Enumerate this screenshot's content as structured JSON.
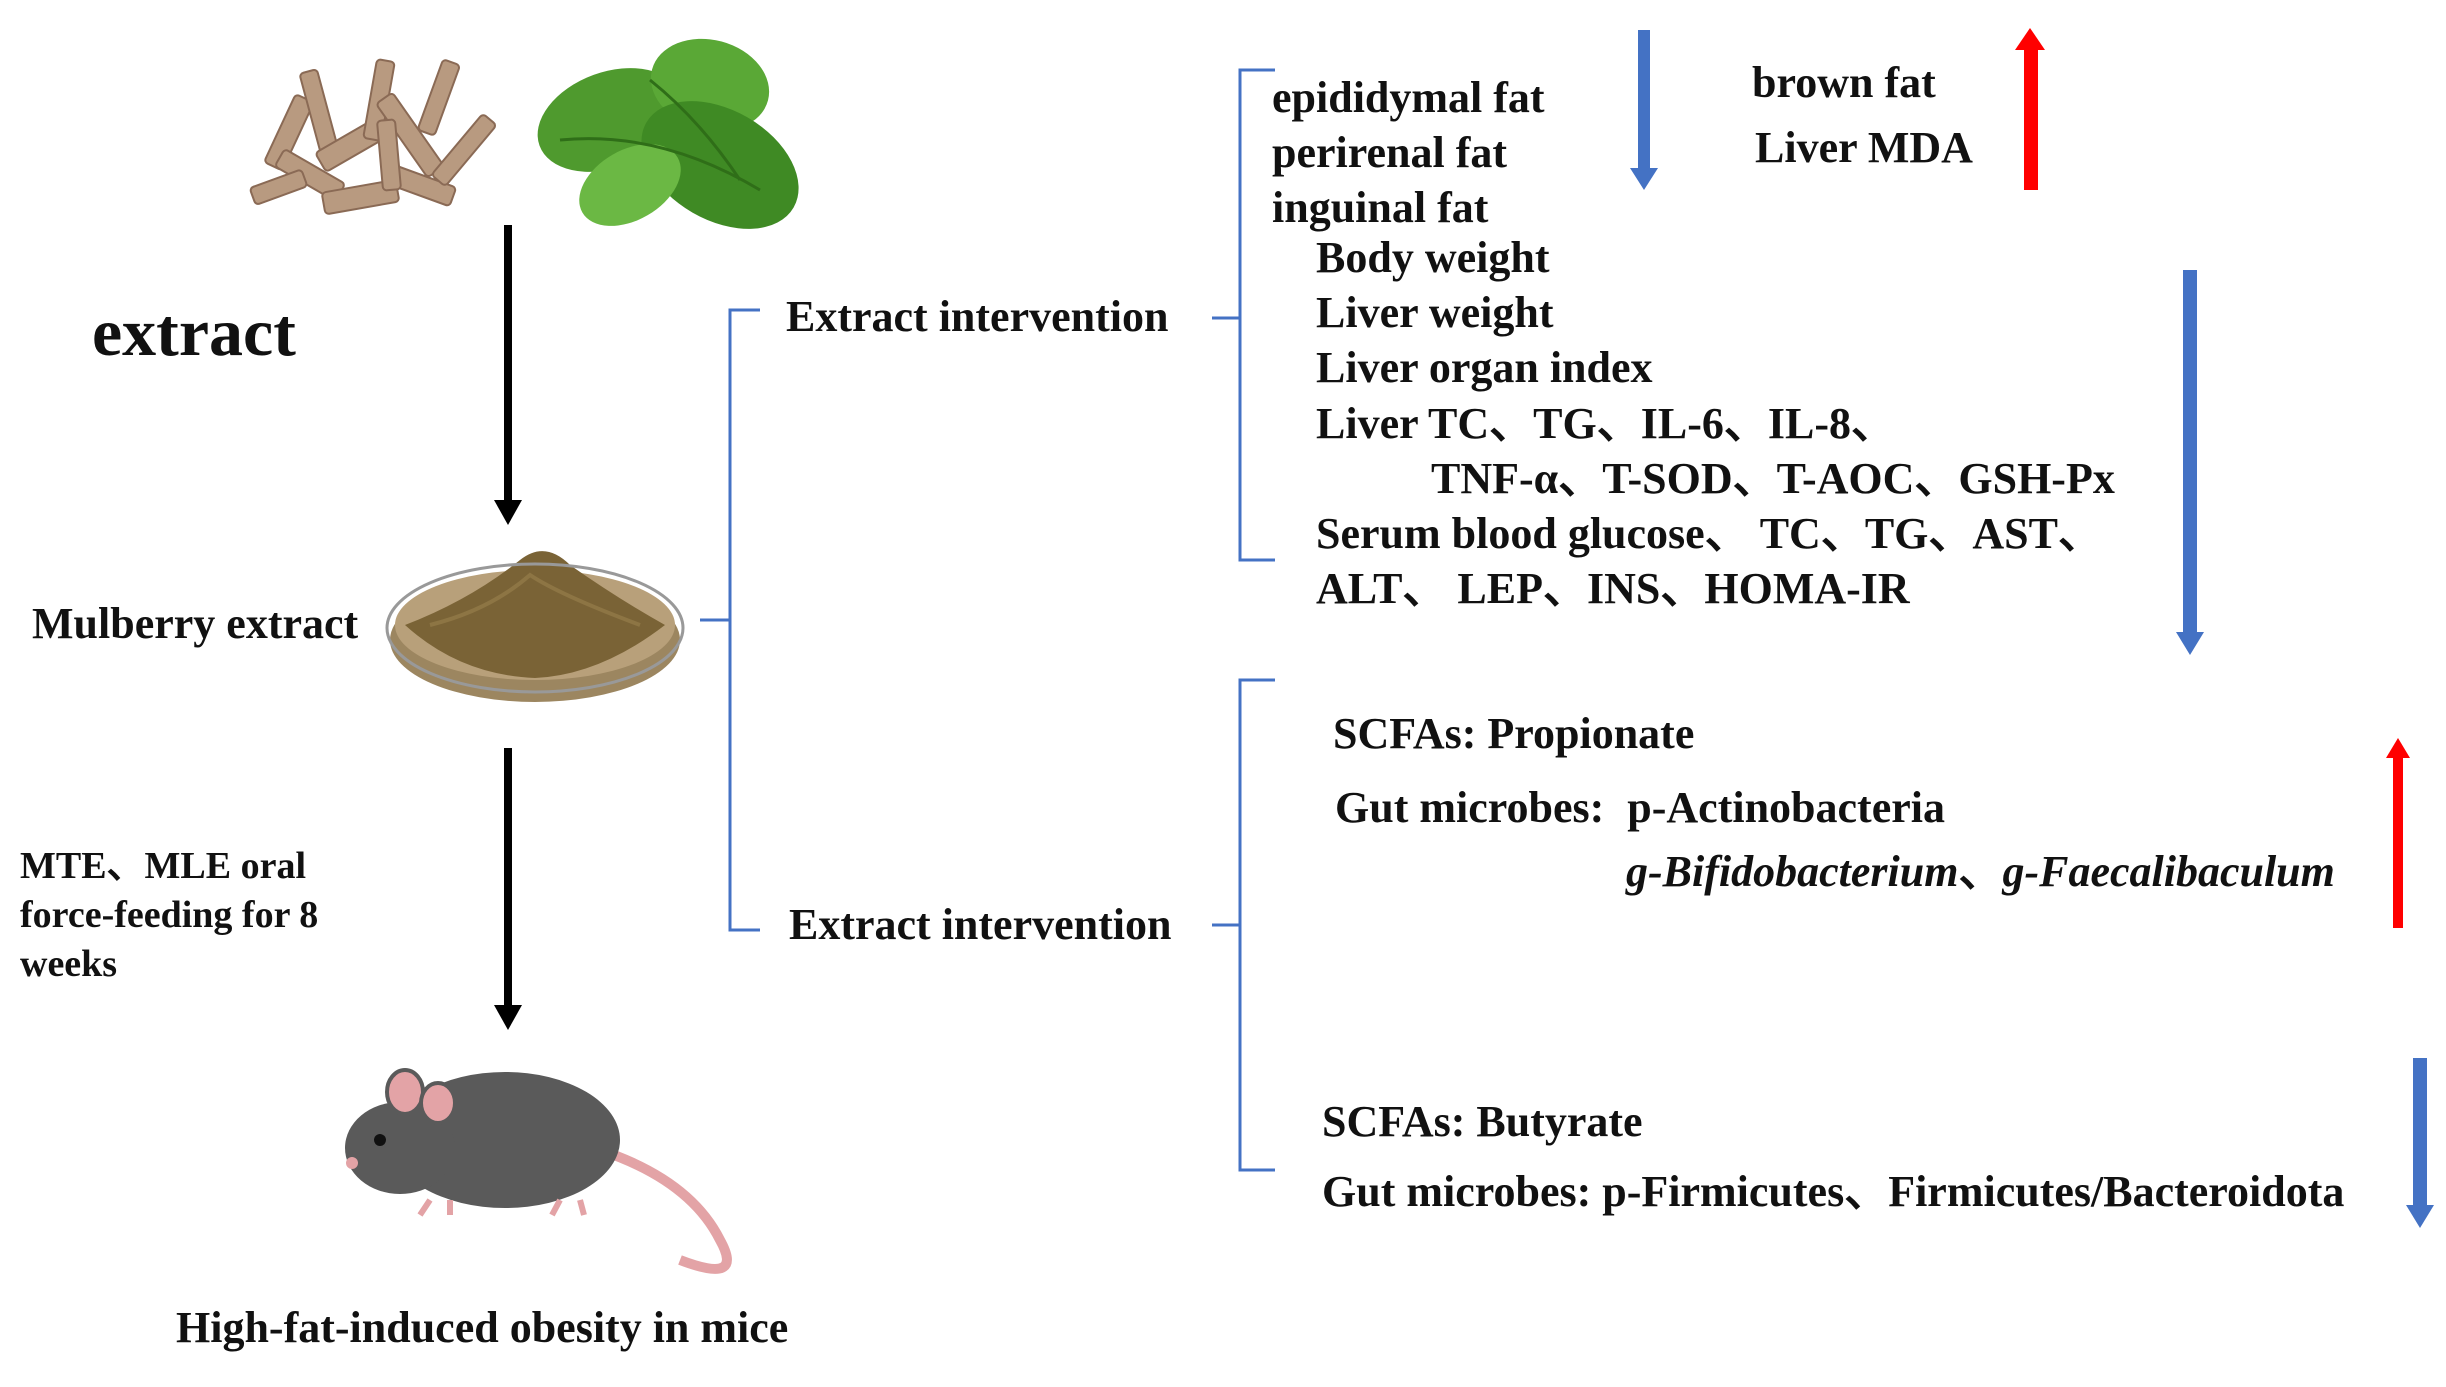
{
  "left": {
    "extract_label": "extract",
    "mulberry_label": "Mulberry extract",
    "treatment_text": [
      "MTE、MLE oral",
      "force-feeding for 8",
      "weeks"
    ],
    "model_label": "High-fat-induced obesity in mice"
  },
  "branches": {
    "top_label": "Extract intervention",
    "bottom_label": "Extract intervention"
  },
  "top_group": {
    "fat_items": [
      "epididymal fat",
      "perirenal fat",
      "inguinal fat"
    ],
    "up_items": [
      "brown fat",
      "Liver MDA"
    ],
    "liver_items": [
      "Body weight",
      "Liver weight",
      "Liver organ index",
      "Liver TC、TG、IL-6、IL-8、",
      "TNF-α、T-SOD、T-AOC、GSH-Px",
      "Serum blood glucose、 TC、TG、AST、",
      "ALT、 LEP、INS、HOMA-IR"
    ]
  },
  "bottom_group": {
    "scfa_up": "SCFAs: Propionate",
    "microbes_up_prefix": "Gut microbes:",
    "microbes_up_phylum": "p-Actinobacteria",
    "genus_1": "g-Bifidobacterium",
    "genus_sep": "、",
    "genus_2": "g-Faecalibaculum",
    "scfa_down": "SCFAs: Butyrate",
    "microbes_down": "Gut microbes: p-Firmicutes、Firmicutes/Bacteroidota"
  },
  "colors": {
    "decrease_arrow": "#4472c4",
    "increase_arrow": "#ff0000",
    "bracket": "#4472c4",
    "flow_arrow": "#000000"
  },
  "icons": [
    "mulberry-twig-icon",
    "mulberry-leaf-icon",
    "powder-dish-icon",
    "mouse-icon"
  ]
}
